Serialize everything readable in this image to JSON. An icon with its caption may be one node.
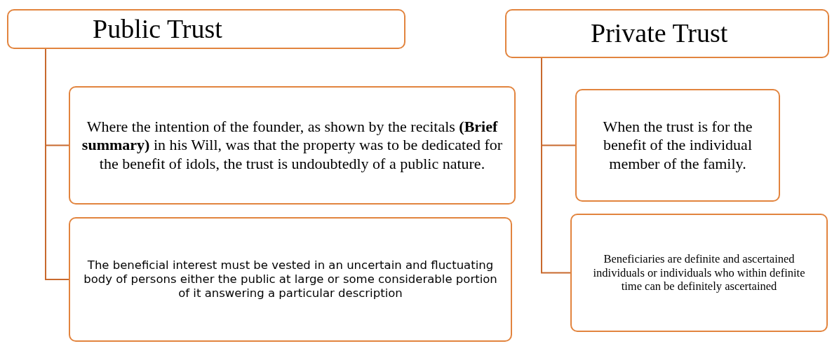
{
  "diagram": {
    "nodes": [
      {
        "text": [
          "Public Trust"
        ]
      },
      {
        "text": [
          "Where the intention of the founder, as shown by the recitals **(Brief summary)** in his Will, was that the property was to be dedicated for the benefit of idols, the trust is undoubtedly of a public nature."
        ]
      },
      {
        "text": [
          "The beneficial interest must be vested in an uncertain and fluctuating body of persons either the public at large or some considerable portion of it answering a particular description"
        ]
      },
      {
        "text": [
          "Private Trust"
        ]
      },
      {
        "text": [
          "When the trust is for the benefit of the individual member of the family."
        ]
      },
      {
        "text": [
          "Beneficiaries are definite and ascertained individuals or individuals who within definite time can be definitely ascertained"
        ]
      }
    ],
    "edges": [
      {
        "from": 0,
        "to": 1,
        "arrow": "none"
      },
      {
        "from": 0,
        "to": 2,
        "arrow": "none"
      },
      {
        "from": 3,
        "to": 4,
        "arrow": "none"
      },
      {
        "from": 3,
        "to": 5,
        "arrow": "none"
      }
    ]
  }
}
